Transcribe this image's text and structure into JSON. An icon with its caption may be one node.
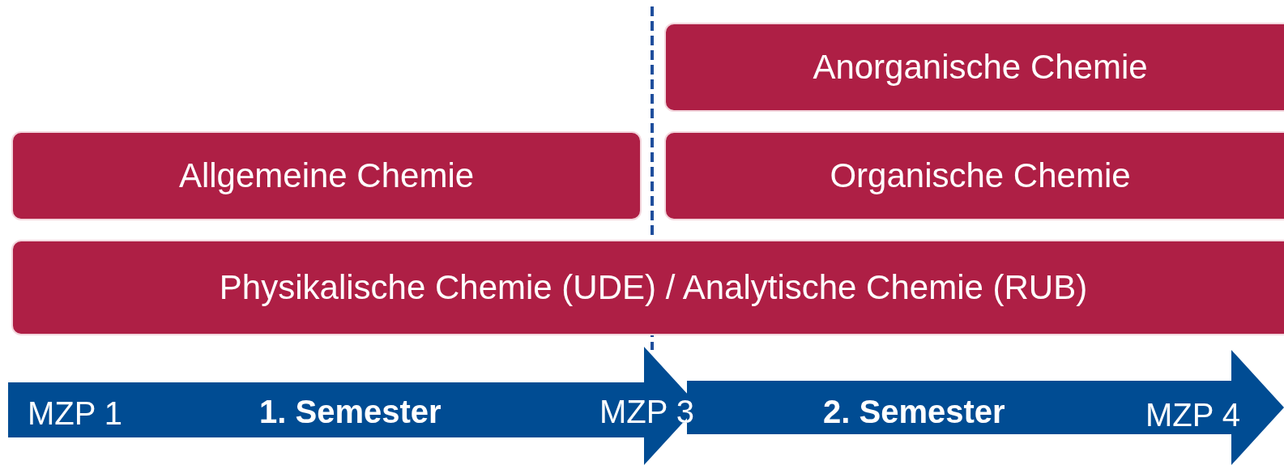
{
  "diagram": {
    "nodes": [
      {
        "text": [
          "Anorganische Chemie"
        ]
      },
      {
        "text": [
          "Allgemeine Chemie"
        ]
      },
      {
        "text": [
          "Organische Chemie"
        ]
      },
      {
        "text": [
          "Physikalische Chemie (UDE) / Analytische Chemie (RUB)"
        ]
      },
      {
        "text": [
          "MZP 1",
          "1. Semester"
        ]
      },
      {
        "text": [
          "2. Semester",
          "MZP 4"
        ]
      }
    ],
    "edges": [],
    "labels": [
      "MZP 3"
    ]
  }
}
